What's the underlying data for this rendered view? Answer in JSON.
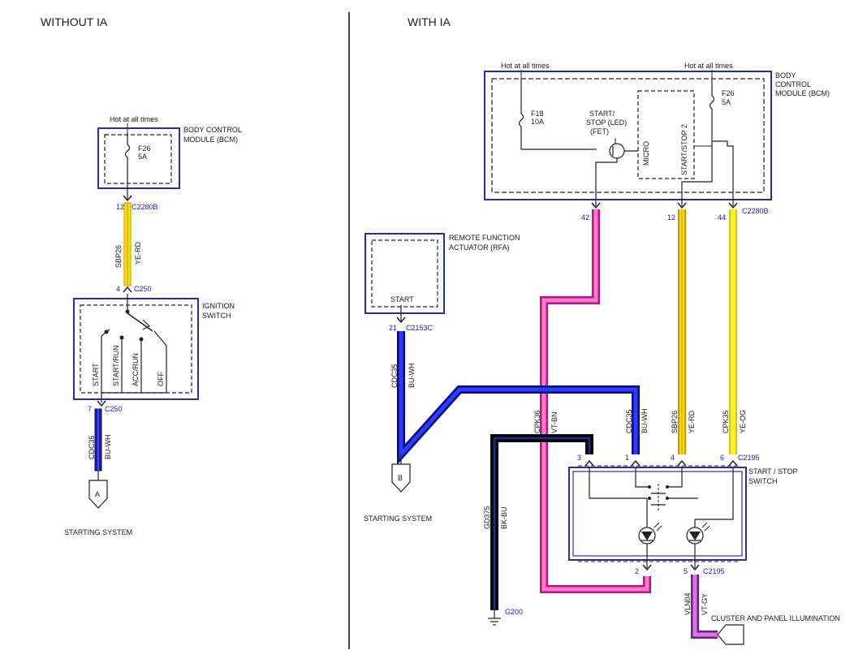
{
  "headers": {
    "left": "WITHOUT IA",
    "right": "WITH IA"
  },
  "left": {
    "hot": "Hot at all times",
    "bcm_label": [
      "BODY CONTROL",
      "MODULE (BCM)"
    ],
    "fuse": [
      "F26",
      "5A"
    ],
    "conn_top_pin": "12",
    "conn_top_name": "C2280B",
    "wire1": [
      "SBP26",
      "YE-RD"
    ],
    "conn_mid_pin": "4",
    "conn_mid_name": "C250",
    "ign_label": [
      "IGNITION",
      "SWITCH"
    ],
    "ign_positions": [
      "START",
      "START/RUN",
      "ACC/RUN",
      "OFF"
    ],
    "conn_bot_pin": "7",
    "conn_bot_name": "C250",
    "wire2": [
      "CDC35",
      "BU-WH"
    ],
    "offpage": "A",
    "system": "STARTING SYSTEM"
  },
  "right": {
    "hot1": "Hot at all times",
    "hot2": "Hot at all times",
    "bcm_label": [
      "BODY",
      "CONTROL",
      "MODULE (BCM)"
    ],
    "fuse1": [
      "F18",
      "10A"
    ],
    "fuse2": [
      "F26",
      "5A"
    ],
    "fet_label": [
      "START/",
      "STOP (LED)",
      "(FET)"
    ],
    "micro": "MICRO",
    "ss2": "START/STOP 2",
    "bcm_pins": [
      "42",
      "12",
      "44"
    ],
    "bcm_conn": "C2280B",
    "rfa_label": [
      "REMOTE FUNCTION",
      "ACTUATOR (RFA)"
    ],
    "rfa_start": "START",
    "rfa_pin": "21",
    "rfa_conn": "C2153C",
    "wire_rfa": [
      "CDC35",
      "BU-WH"
    ],
    "offpage": "B",
    "system": "STARTING SYSTEM",
    "wire_cpk36": [
      "CPK36",
      "VT-BN"
    ],
    "wire_cdc35": [
      "CDC35",
      "BU-WH"
    ],
    "wire_sbp26": [
      "SBP26",
      "YE-RD"
    ],
    "wire_cpk35": [
      "CPK35",
      "YE-OG"
    ],
    "sw_top_pins": [
      "3",
      "1",
      "4",
      "6"
    ],
    "sw_top_conn": "C2195",
    "sw_label": [
      "START / STOP",
      "SWITCH"
    ],
    "sw_bot_pins": [
      "2",
      "5"
    ],
    "sw_bot_conn": "C2195",
    "wire_gd": [
      "GD375",
      "BK-BU"
    ],
    "ground": "G200",
    "wire_vln": [
      "VLN04",
      "VT-GY"
    ],
    "illum": "CLUSTER AND PANEL ILLUMINATION"
  }
}
